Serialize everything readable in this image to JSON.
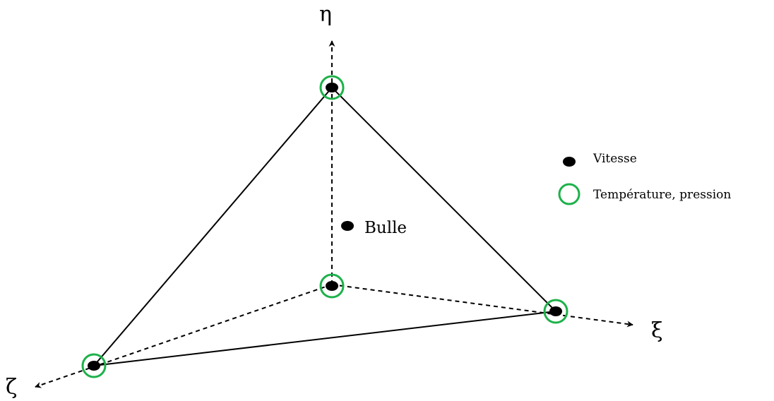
{
  "axes": {
    "eta": "η",
    "xi": "ξ",
    "zeta": "ζ"
  },
  "nodes": {
    "bubble_label": "Bulle"
  },
  "legend": {
    "velocity_label": "Vitesse",
    "temp_pressure_label": "Température, pression"
  },
  "colors": {
    "ring": "#1db14a",
    "dot": "#000000",
    "line": "#000000"
  }
}
